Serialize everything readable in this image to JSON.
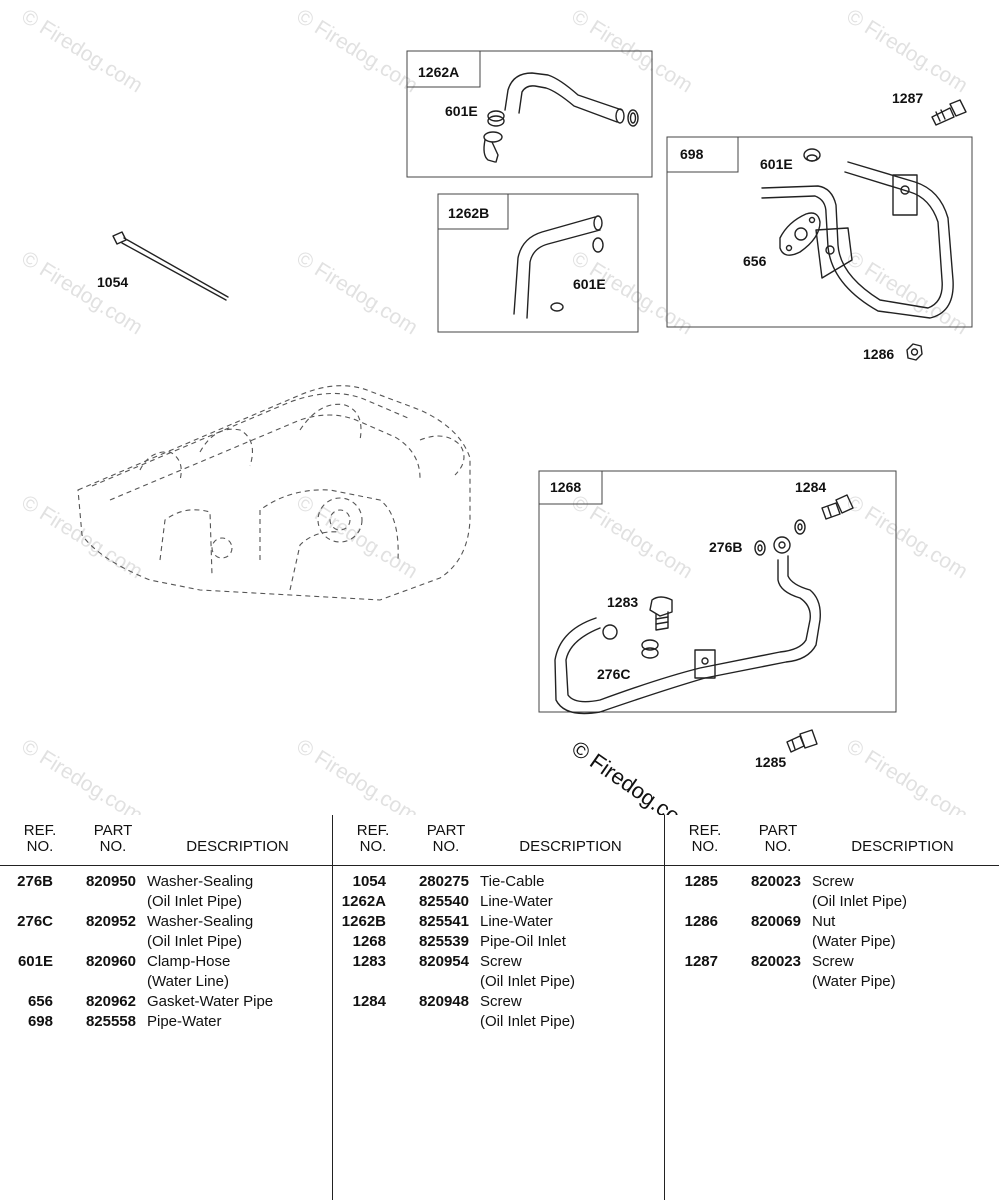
{
  "watermark": "© Firedog.com",
  "callouts": {
    "c1262A": "1262A",
    "c601E_a": "601E",
    "c1262B": "1262B",
    "c601E_b": "601E",
    "c698": "698",
    "c601E_c": "601E",
    "c656": "656",
    "c1287": "1287",
    "c1286": "1286",
    "c1054": "1054",
    "c1268": "1268",
    "c1284": "1284",
    "c276B": "276B",
    "c1283": "1283",
    "c276C": "276C",
    "c1285": "1285"
  },
  "table": {
    "headers": {
      "ref_1": "REF.",
      "ref_2": "NO.",
      "part_1": "PART",
      "part_2": "NO.",
      "desc": "DESCRIPTION"
    },
    "columns": [
      {
        "rows": [
          {
            "ref": "276B",
            "part": "820950",
            "desc": [
              "Washer-Sealing",
              "(Oil Inlet Pipe)"
            ]
          },
          {
            "ref": "276C",
            "part": "820952",
            "desc": [
              "Washer-Sealing",
              "(Oil Inlet Pipe)"
            ]
          },
          {
            "ref": "601E",
            "part": "820960",
            "desc": [
              "Clamp-Hose",
              "(Water Line)"
            ]
          },
          {
            "ref": "656",
            "part": "820962",
            "desc": [
              "Gasket-Water Pipe"
            ]
          },
          {
            "ref": "698",
            "part": "825558",
            "desc": [
              "Pipe-Water"
            ]
          }
        ]
      },
      {
        "rows": [
          {
            "ref": "1054",
            "part": "280275",
            "desc": [
              "Tie-Cable"
            ]
          },
          {
            "ref": "1262A",
            "part": "825540",
            "desc": [
              "Line-Water"
            ]
          },
          {
            "ref": "1262B",
            "part": "825541",
            "desc": [
              "Line-Water"
            ]
          },
          {
            "ref": "1268",
            "part": "825539",
            "desc": [
              "Pipe-Oil Inlet"
            ]
          },
          {
            "ref": "1283",
            "part": "820954",
            "desc": [
              "Screw",
              "(Oil Inlet Pipe)"
            ]
          },
          {
            "ref": "1284",
            "part": "820948",
            "desc": [
              "Screw",
              "(Oil Inlet Pipe)"
            ]
          }
        ]
      },
      {
        "rows": [
          {
            "ref": "1285",
            "part": "820023",
            "desc": [
              "Screw",
              "(Oil Inlet Pipe)"
            ]
          },
          {
            "ref": "1286",
            "part": "820069",
            "desc": [
              "Nut",
              "(Water Pipe)"
            ]
          },
          {
            "ref": "1287",
            "part": "820023",
            "desc": [
              "Screw",
              "(Water Pipe)"
            ]
          }
        ]
      }
    ]
  }
}
